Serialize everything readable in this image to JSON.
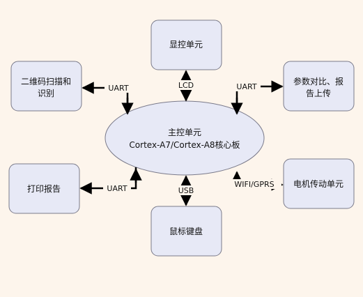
{
  "center": {
    "line1": "主控单元",
    "line2": "Cortex-A7/Cortex-A8核心板"
  },
  "boxes": {
    "display": "显控单元",
    "qr_line1": "二维码扫描和",
    "qr_line2": "识别",
    "params_line1": "参数对比、报",
    "params_line2": "告上传",
    "print": "打印报告",
    "motor": "电机传动单元",
    "keyboard": "鼠标键盘"
  },
  "connections": {
    "qr": "UART",
    "display": "LCD",
    "params": "UART",
    "print": "UART",
    "keyboard": "USB",
    "motor": "WIFI/GPRS"
  },
  "colors": {
    "box_fill": "#e7e9f6",
    "box_stroke": "#7a7a8a",
    "arrow": "#000000"
  }
}
